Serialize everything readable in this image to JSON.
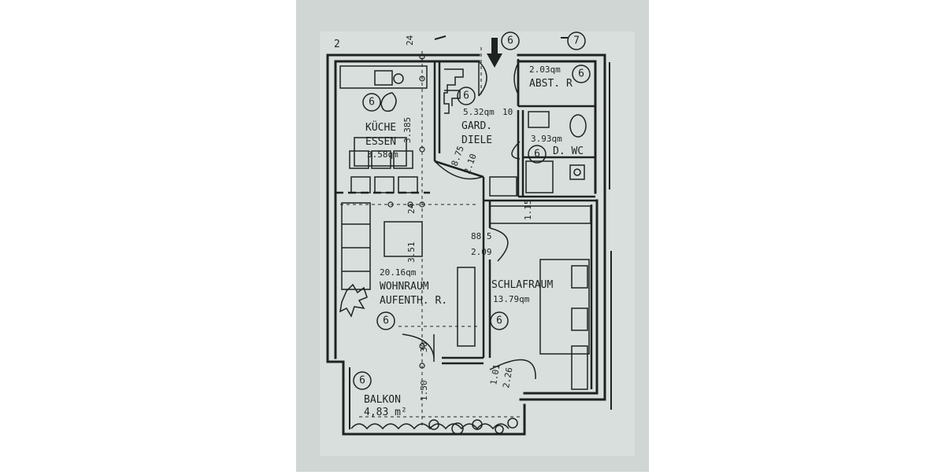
{
  "axis_labels": {
    "left": "2",
    "top_mid": "24",
    "top_6": "6",
    "top_7": "7"
  },
  "rooms": [
    {
      "id": "kueche",
      "name_lines": [
        "KÜCHE",
        "ESSEN"
      ],
      "area": "3.58qm",
      "badge": "6"
    },
    {
      "id": "garderobe",
      "name_lines": [
        "GARD.",
        "DIELE"
      ],
      "area": "5.32qm",
      "badge": "6"
    },
    {
      "id": "abstell",
      "name_lines": [
        "ABST. R"
      ],
      "area": "2.03qm",
      "badge": "6"
    },
    {
      "id": "wc",
      "name_lines": [
        "D. WC"
      ],
      "area": "3.93qm",
      "badge": "6"
    },
    {
      "id": "wohnraum",
      "name_lines": [
        "WOHNRAUM",
        "AUFENTH. R."
      ],
      "area": "20.16qm",
      "badge": "6"
    },
    {
      "id": "schlaf",
      "name_lines": [
        "SCHLAFRAUM"
      ],
      "area": "13.79qm",
      "badge": "6"
    },
    {
      "id": "balkon",
      "name_lines": [
        "BALKON"
      ],
      "area": "4,83 m²",
      "badge": "6"
    }
  ],
  "dimensions": [
    "3.385",
    "8.75",
    "2.10",
    "10",
    "24",
    "3.51",
    "88.5",
    "2.09",
    "1.15",
    "1.01",
    "2.26",
    "30",
    "1.50"
  ]
}
